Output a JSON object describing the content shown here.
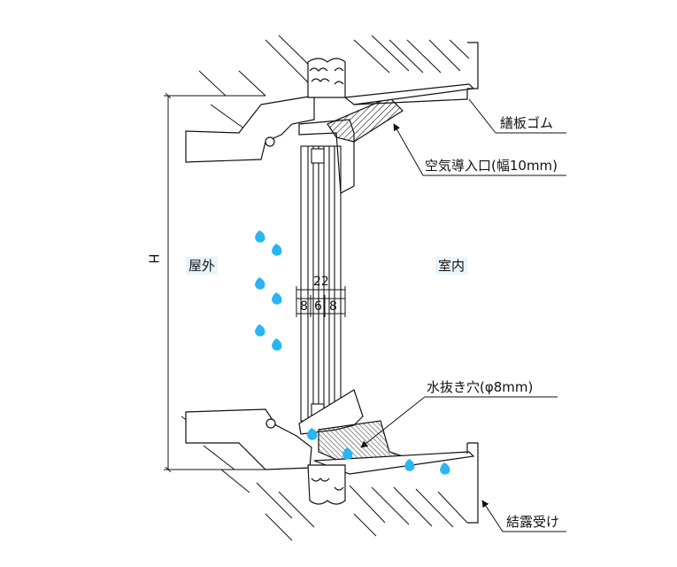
{
  "labels": {
    "weatherstrip": "繕板ゴム",
    "air_inlet": "空気導入口(幅10mm)",
    "drain_hole": "水抜き穴(φ8mm)",
    "condensation_tray": "結露受け",
    "outdoor": "屋外",
    "indoor": "室内",
    "height_symbol": "H"
  },
  "dimensions": {
    "total": "22",
    "pane_outer": "8",
    "air_gap": "6",
    "pane_inner": "8"
  },
  "colors": {
    "water_drop": "#29b6f0",
    "label_box": "#e9f4fb",
    "line": "#111111",
    "hatch": "#333333"
  }
}
